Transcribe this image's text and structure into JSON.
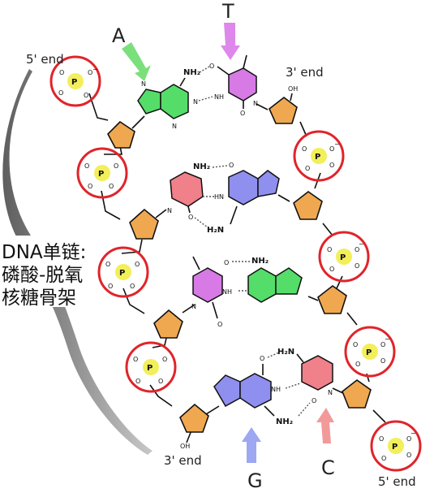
{
  "labels": {
    "five_prime_top": "5' end",
    "three_prime_top": "3' end",
    "three_prime_bottom": "3' end",
    "five_prime_bottom": "5' end",
    "base_A": "A",
    "base_T": "T",
    "base_G": "G",
    "base_C": "C",
    "side_line1": "DNA单链:",
    "side_line2": "磷酸-脱氧",
    "side_line3": "核糖骨架"
  },
  "atoms": {
    "P": "P",
    "O": "O",
    "N": "N",
    "NH": "NH",
    "HN": "HN",
    "NH2": "NH₂",
    "H2N": "H₂N",
    "OH": "OH",
    "minus": "−"
  },
  "colors": {
    "adenine": "#55dd6a",
    "thymine": "#d77ae6",
    "guanine": "#8f8ff0",
    "cytosine": "#f0808a",
    "sugar": "#f0a850",
    "phosphate": "#f2ef5a",
    "phosphate_ring": "#e0242a",
    "backbone_shadow": "#8a8a8a",
    "arrow_A": "#7be07b",
    "arrow_T": "#dd88ea",
    "arrow_G": "#9da7f2",
    "arrow_C": "#f29a9a"
  }
}
